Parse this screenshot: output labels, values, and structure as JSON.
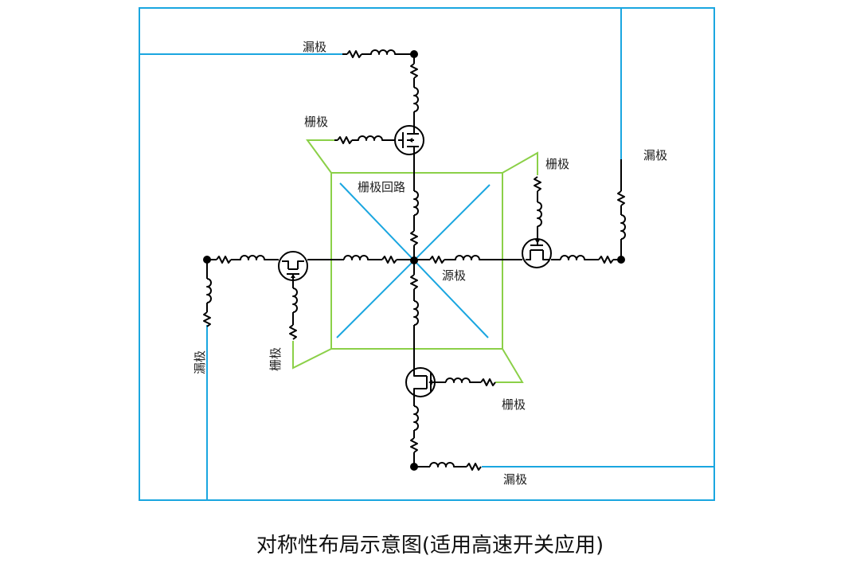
{
  "diagram": {
    "labels": {
      "drain_top": "漏极",
      "drain_right": "漏极",
      "drain_left": "漏极",
      "drain_bottom": "漏极",
      "gate_top": "栅极",
      "gate_right": "栅极",
      "gate_left": "栅极",
      "gate_bottom": "栅极",
      "gate_loop": "栅极回路",
      "source": "源极"
    },
    "caption": "对称性布局示意图(适用高速开关应用)",
    "colors": {
      "drain_trace": "#1aa6e0",
      "gate_trace": "#8bd048",
      "circuit": "#000000"
    }
  }
}
